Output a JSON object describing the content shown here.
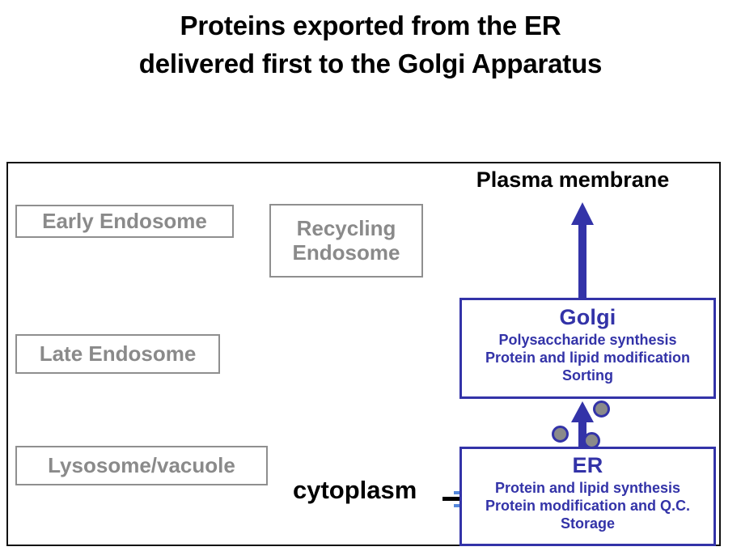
{
  "slide": {
    "title_lines": [
      "Proteins exported from the ER",
      "delivered first to the Golgi Apparatus"
    ]
  },
  "diagram": {
    "labels": {
      "plasma_membrane": "Plasma membrane",
      "cytoplasm": "cytoplasm"
    },
    "gray_boxes": [
      {
        "id": "early-endosome",
        "lines": [
          "Early Endosome"
        ]
      },
      {
        "id": "recycling-endosome",
        "lines": [
          "Recycling",
          "Endosome"
        ]
      },
      {
        "id": "late-endosome",
        "lines": [
          "Late Endosome"
        ]
      },
      {
        "id": "lysosome-vacuole",
        "lines": [
          "Lysosome/vacuole"
        ]
      }
    ],
    "golgi": {
      "name": "Golgi",
      "functions": [
        "Polysaccharide synthesis",
        "Protein and lipid modification",
        "Sorting"
      ]
    },
    "er": {
      "name": "ER",
      "functions": [
        "Protein and lipid synthesis",
        "Protein modification and Q.C.",
        "Storage"
      ]
    },
    "arrows": [
      {
        "id": "er-to-golgi",
        "direction": "up",
        "color": "#3333a8"
      },
      {
        "id": "golgi-to-membrane",
        "direction": "up",
        "color": "#3333a8"
      },
      {
        "id": "cytoplasm-to-er",
        "direction": "right",
        "color": "#000000"
      }
    ],
    "vesicles": [
      {
        "id": "upper-right",
        "fill": "#8a8a8a",
        "stroke": "#3333a8"
      },
      {
        "id": "left",
        "fill": "#8a8a8a",
        "stroke": "#3333a8"
      },
      {
        "id": "lower-mid",
        "fill": "#8a8a8a",
        "stroke": "#3333a8"
      }
    ],
    "colors": {
      "organelle_blue": "#3333a8",
      "organelle_gray": "#8a8a8a",
      "frame_black": "#111111",
      "membrane_tick_blue": "#5588dd"
    }
  }
}
